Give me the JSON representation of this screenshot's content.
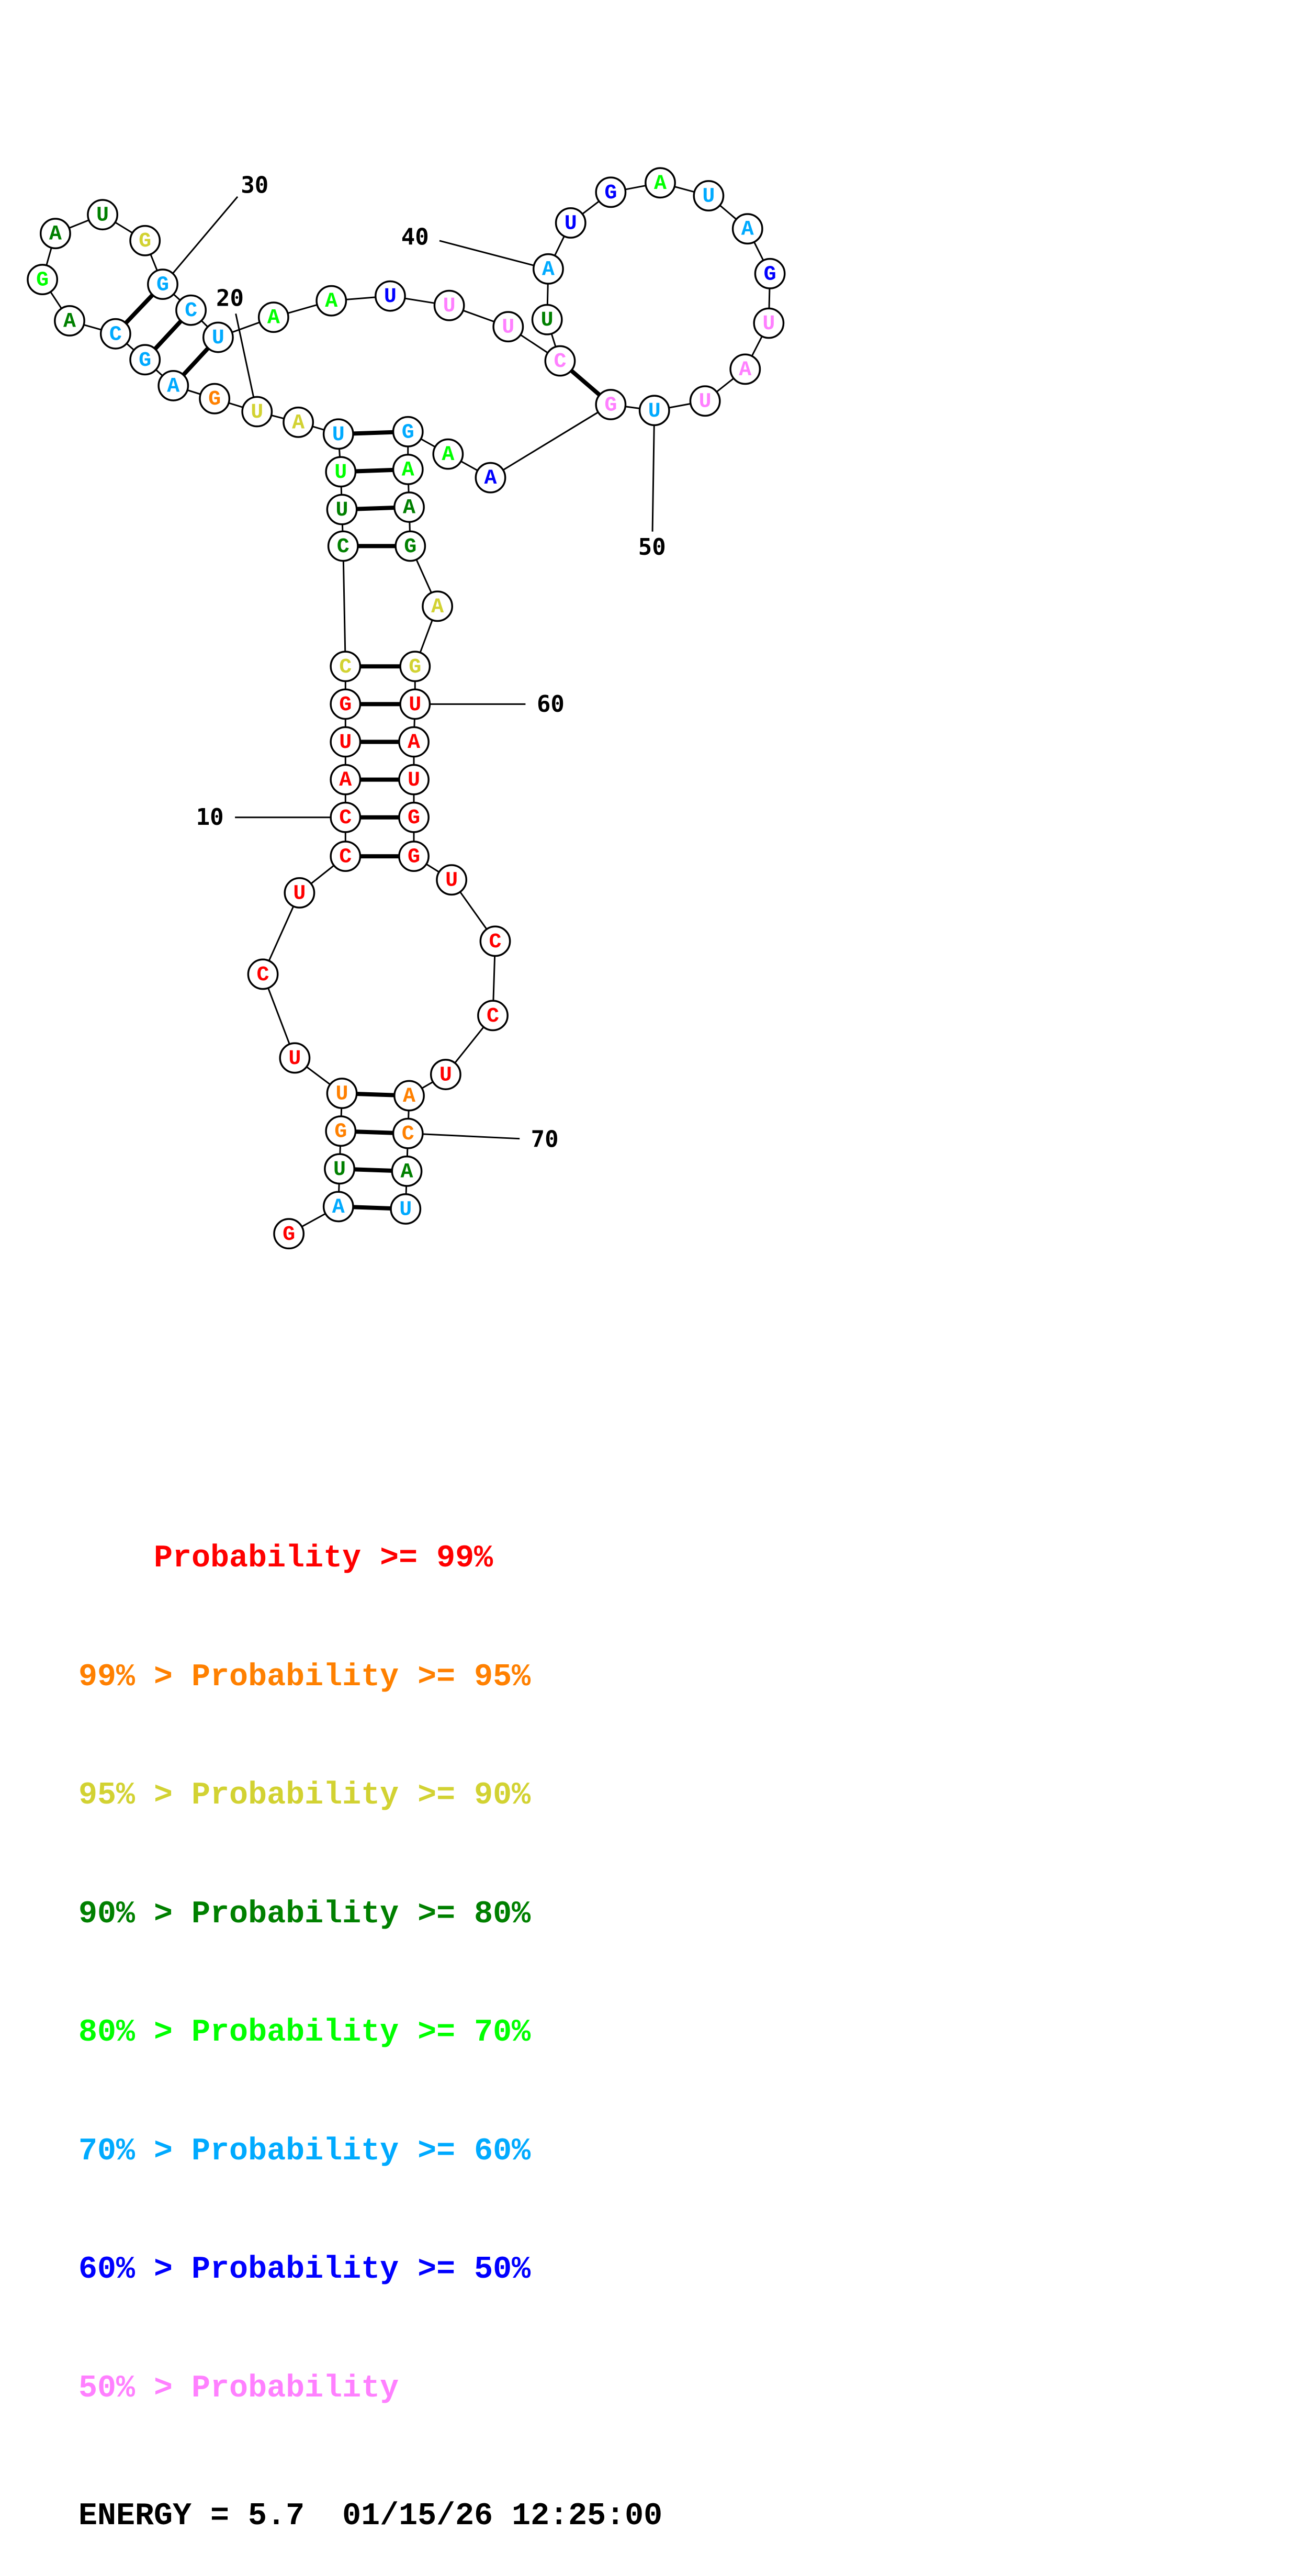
{
  "title": "RNA secondary structure probability plot",
  "colors": {
    "p99": "#FF0000",
    "p95": "#FF8000",
    "p90": "#D2D232",
    "p80": "#008000",
    "p70": "#00FF00",
    "p60": "#00AAFF",
    "p50": "#0000FF",
    "plt50": "#FF80FF"
  },
  "sequence": [
    {
      "n": 1,
      "base": "G",
      "cls": "p99"
    },
    {
      "n": 2,
      "base": "A",
      "cls": "p60"
    },
    {
      "n": 3,
      "base": "U",
      "cls": "p80"
    },
    {
      "n": 4,
      "base": "G",
      "cls": "p95"
    },
    {
      "n": 5,
      "base": "U",
      "cls": "p95"
    },
    {
      "n": 6,
      "base": "U",
      "cls": "p99"
    },
    {
      "n": 7,
      "base": "C",
      "cls": "p99"
    },
    {
      "n": 8,
      "base": "U",
      "cls": "p99"
    },
    {
      "n": 9,
      "base": "C",
      "cls": "p99"
    },
    {
      "n": 10,
      "base": "C",
      "cls": "p99"
    },
    {
      "n": 11,
      "base": "A",
      "cls": "p99"
    },
    {
      "n": 12,
      "base": "U",
      "cls": "p99"
    },
    {
      "n": 13,
      "base": "G",
      "cls": "p99"
    },
    {
      "n": 14,
      "base": "C",
      "cls": "p90"
    },
    {
      "n": 15,
      "base": "C",
      "cls": "p80"
    },
    {
      "n": 16,
      "base": "U",
      "cls": "p80"
    },
    {
      "n": 17,
      "base": "U",
      "cls": "p70"
    },
    {
      "n": 18,
      "base": "U",
      "cls": "p60"
    },
    {
      "n": 19,
      "base": "A",
      "cls": "p90"
    },
    {
      "n": 20,
      "base": "U",
      "cls": "p90"
    },
    {
      "n": 21,
      "base": "G",
      "cls": "p95"
    },
    {
      "n": 22,
      "base": "A",
      "cls": "p60"
    },
    {
      "n": 23,
      "base": "G",
      "cls": "p60"
    },
    {
      "n": 24,
      "base": "C",
      "cls": "p60"
    },
    {
      "n": 25,
      "base": "A",
      "cls": "p80"
    },
    {
      "n": 26,
      "base": "G",
      "cls": "p70"
    },
    {
      "n": 27,
      "base": "A",
      "cls": "p80"
    },
    {
      "n": 28,
      "base": "U",
      "cls": "p80"
    },
    {
      "n": 29,
      "base": "G",
      "cls": "p90"
    },
    {
      "n": 30,
      "base": "G",
      "cls": "p60"
    },
    {
      "n": 31,
      "base": "C",
      "cls": "p60"
    },
    {
      "n": 32,
      "base": "U",
      "cls": "p60"
    },
    {
      "n": 33,
      "base": "A",
      "cls": "p70"
    },
    {
      "n": 34,
      "base": "A",
      "cls": "p70"
    },
    {
      "n": 35,
      "base": "U",
      "cls": "p50"
    },
    {
      "n": 36,
      "base": "U",
      "cls": "plt50"
    },
    {
      "n": 37,
      "base": "U",
      "cls": "plt50"
    },
    {
      "n": 38,
      "base": "C",
      "cls": "plt50"
    },
    {
      "n": 39,
      "base": "U",
      "cls": "p80"
    },
    {
      "n": 40,
      "base": "A",
      "cls": "p60"
    },
    {
      "n": 41,
      "base": "U",
      "cls": "p50"
    },
    {
      "n": 42,
      "base": "G",
      "cls": "p50"
    },
    {
      "n": 43,
      "base": "A",
      "cls": "p70"
    },
    {
      "n": 44,
      "base": "U",
      "cls": "p60"
    },
    {
      "n": 45,
      "base": "A",
      "cls": "p60"
    },
    {
      "n": 46,
      "base": "G",
      "cls": "p50"
    },
    {
      "n": 47,
      "base": "U",
      "cls": "plt50"
    },
    {
      "n": 48,
      "base": "A",
      "cls": "plt50"
    },
    {
      "n": 49,
      "base": "U",
      "cls": "plt50"
    },
    {
      "n": 50,
      "base": "U",
      "cls": "p60"
    },
    {
      "n": 51,
      "base": "G",
      "cls": "plt50"
    },
    {
      "n": 52,
      "base": "A",
      "cls": "p50"
    },
    {
      "n": 53,
      "base": "A",
      "cls": "p70"
    },
    {
      "n": 54,
      "base": "G",
      "cls": "p60"
    },
    {
      "n": 55,
      "base": "A",
      "cls": "p70"
    },
    {
      "n": 56,
      "base": "A",
      "cls": "p80"
    },
    {
      "n": 57,
      "base": "G",
      "cls": "p80"
    },
    {
      "n": 58,
      "base": "A",
      "cls": "p90"
    },
    {
      "n": 59,
      "base": "G",
      "cls": "p90"
    },
    {
      "n": 60,
      "base": "U",
      "cls": "p99"
    },
    {
      "n": 61,
      "base": "A",
      "cls": "p99"
    },
    {
      "n": 62,
      "base": "U",
      "cls": "p99"
    },
    {
      "n": 63,
      "base": "G",
      "cls": "p99"
    },
    {
      "n": 64,
      "base": "G",
      "cls": "p99"
    },
    {
      "n": 65,
      "base": "U",
      "cls": "p99"
    },
    {
      "n": 66,
      "base": "C",
      "cls": "p99"
    },
    {
      "n": 67,
      "base": "C",
      "cls": "p99"
    },
    {
      "n": 68,
      "base": "U",
      "cls": "p99"
    },
    {
      "n": 69,
      "base": "A",
      "cls": "p95"
    },
    {
      "n": 70,
      "base": "C",
      "cls": "p95"
    },
    {
      "n": 71,
      "base": "A",
      "cls": "p80"
    },
    {
      "n": 72,
      "base": "U",
      "cls": "p60"
    }
  ],
  "pairs": [
    [
      2,
      72
    ],
    [
      3,
      71
    ],
    [
      4,
      70
    ],
    [
      5,
      69
    ],
    [
      9,
      64
    ],
    [
      10,
      63
    ],
    [
      11,
      62
    ],
    [
      12,
      61
    ],
    [
      13,
      60
    ],
    [
      14,
      59
    ],
    [
      15,
      57
    ],
    [
      16,
      56
    ],
    [
      17,
      55
    ],
    [
      18,
      54
    ],
    [
      22,
      32
    ],
    [
      23,
      31
    ],
    [
      24,
      30
    ],
    [
      38,
      51
    ]
  ],
  "position_labels": [
    "10",
    "20",
    "30",
    "40",
    "50",
    "60",
    "70"
  ],
  "legend": [
    {
      "prefix": "    ",
      "text": "Probability >= 99%",
      "cls": "p99"
    },
    {
      "prefix": "99% > ",
      "text": "Probability >= 95%",
      "cls": "p95"
    },
    {
      "prefix": "95% > ",
      "text": "Probability >= 90%",
      "cls": "p90"
    },
    {
      "prefix": "90% > ",
      "text": "Probability >= 80%",
      "cls": "p80"
    },
    {
      "prefix": "80% > ",
      "text": "Probability >= 70%",
      "cls": "p70"
    },
    {
      "prefix": "70% > ",
      "text": "Probability >= 60%",
      "cls": "p60"
    },
    {
      "prefix": "60% > ",
      "text": "Probability >= 50%",
      "cls": "p50"
    },
    {
      "prefix": "50% > ",
      "text": "Probability",
      "cls": "plt50"
    }
  ],
  "energy": {
    "label": "ENERGY = 5.7",
    "timestamp": "01/15/26 12:25:00",
    "full_text": "ENERGY = 5.7  01/15/26 12:25:00"
  }
}
